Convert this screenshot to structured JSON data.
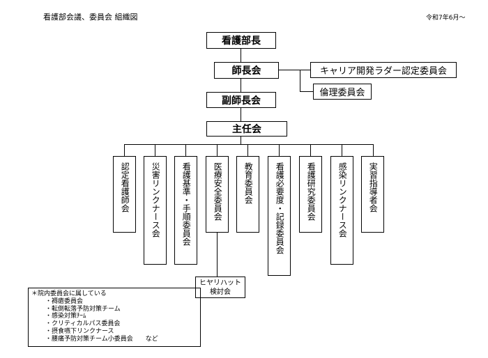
{
  "header": {
    "title": "看護部会議、委員会 組織図",
    "date": "令和7年6月～"
  },
  "chart": {
    "top": "看護部長",
    "level2": "師長会",
    "level3": "副師長会",
    "level4": "主任会",
    "side_committees": [
      "キャリア開発ラダー認定委員会",
      "倫理委員会"
    ],
    "committees": [
      "認定看護師会",
      "災害リンクナース会",
      "看護基準・手順委員会",
      "医療安全委員会",
      "教育委員会",
      "看護必要度・記録委員会",
      "看護研究委員会",
      "感染リンクナース会",
      "実習指導者会"
    ],
    "sub_committee": {
      "line1": "ヒヤリハット",
      "line2": "検討会"
    }
  },
  "note": {
    "heading": "＊院内委員会に属している",
    "items": [
      "・褥瘡委員会",
      "・転倒転落予防対策チーム",
      "・感染対策ﾁｰﾑ",
      "・クリティカルパス委員会",
      "・摂食嚥下リンクナース",
      "・腰痛予防対策チーム小委員会　　など"
    ]
  }
}
